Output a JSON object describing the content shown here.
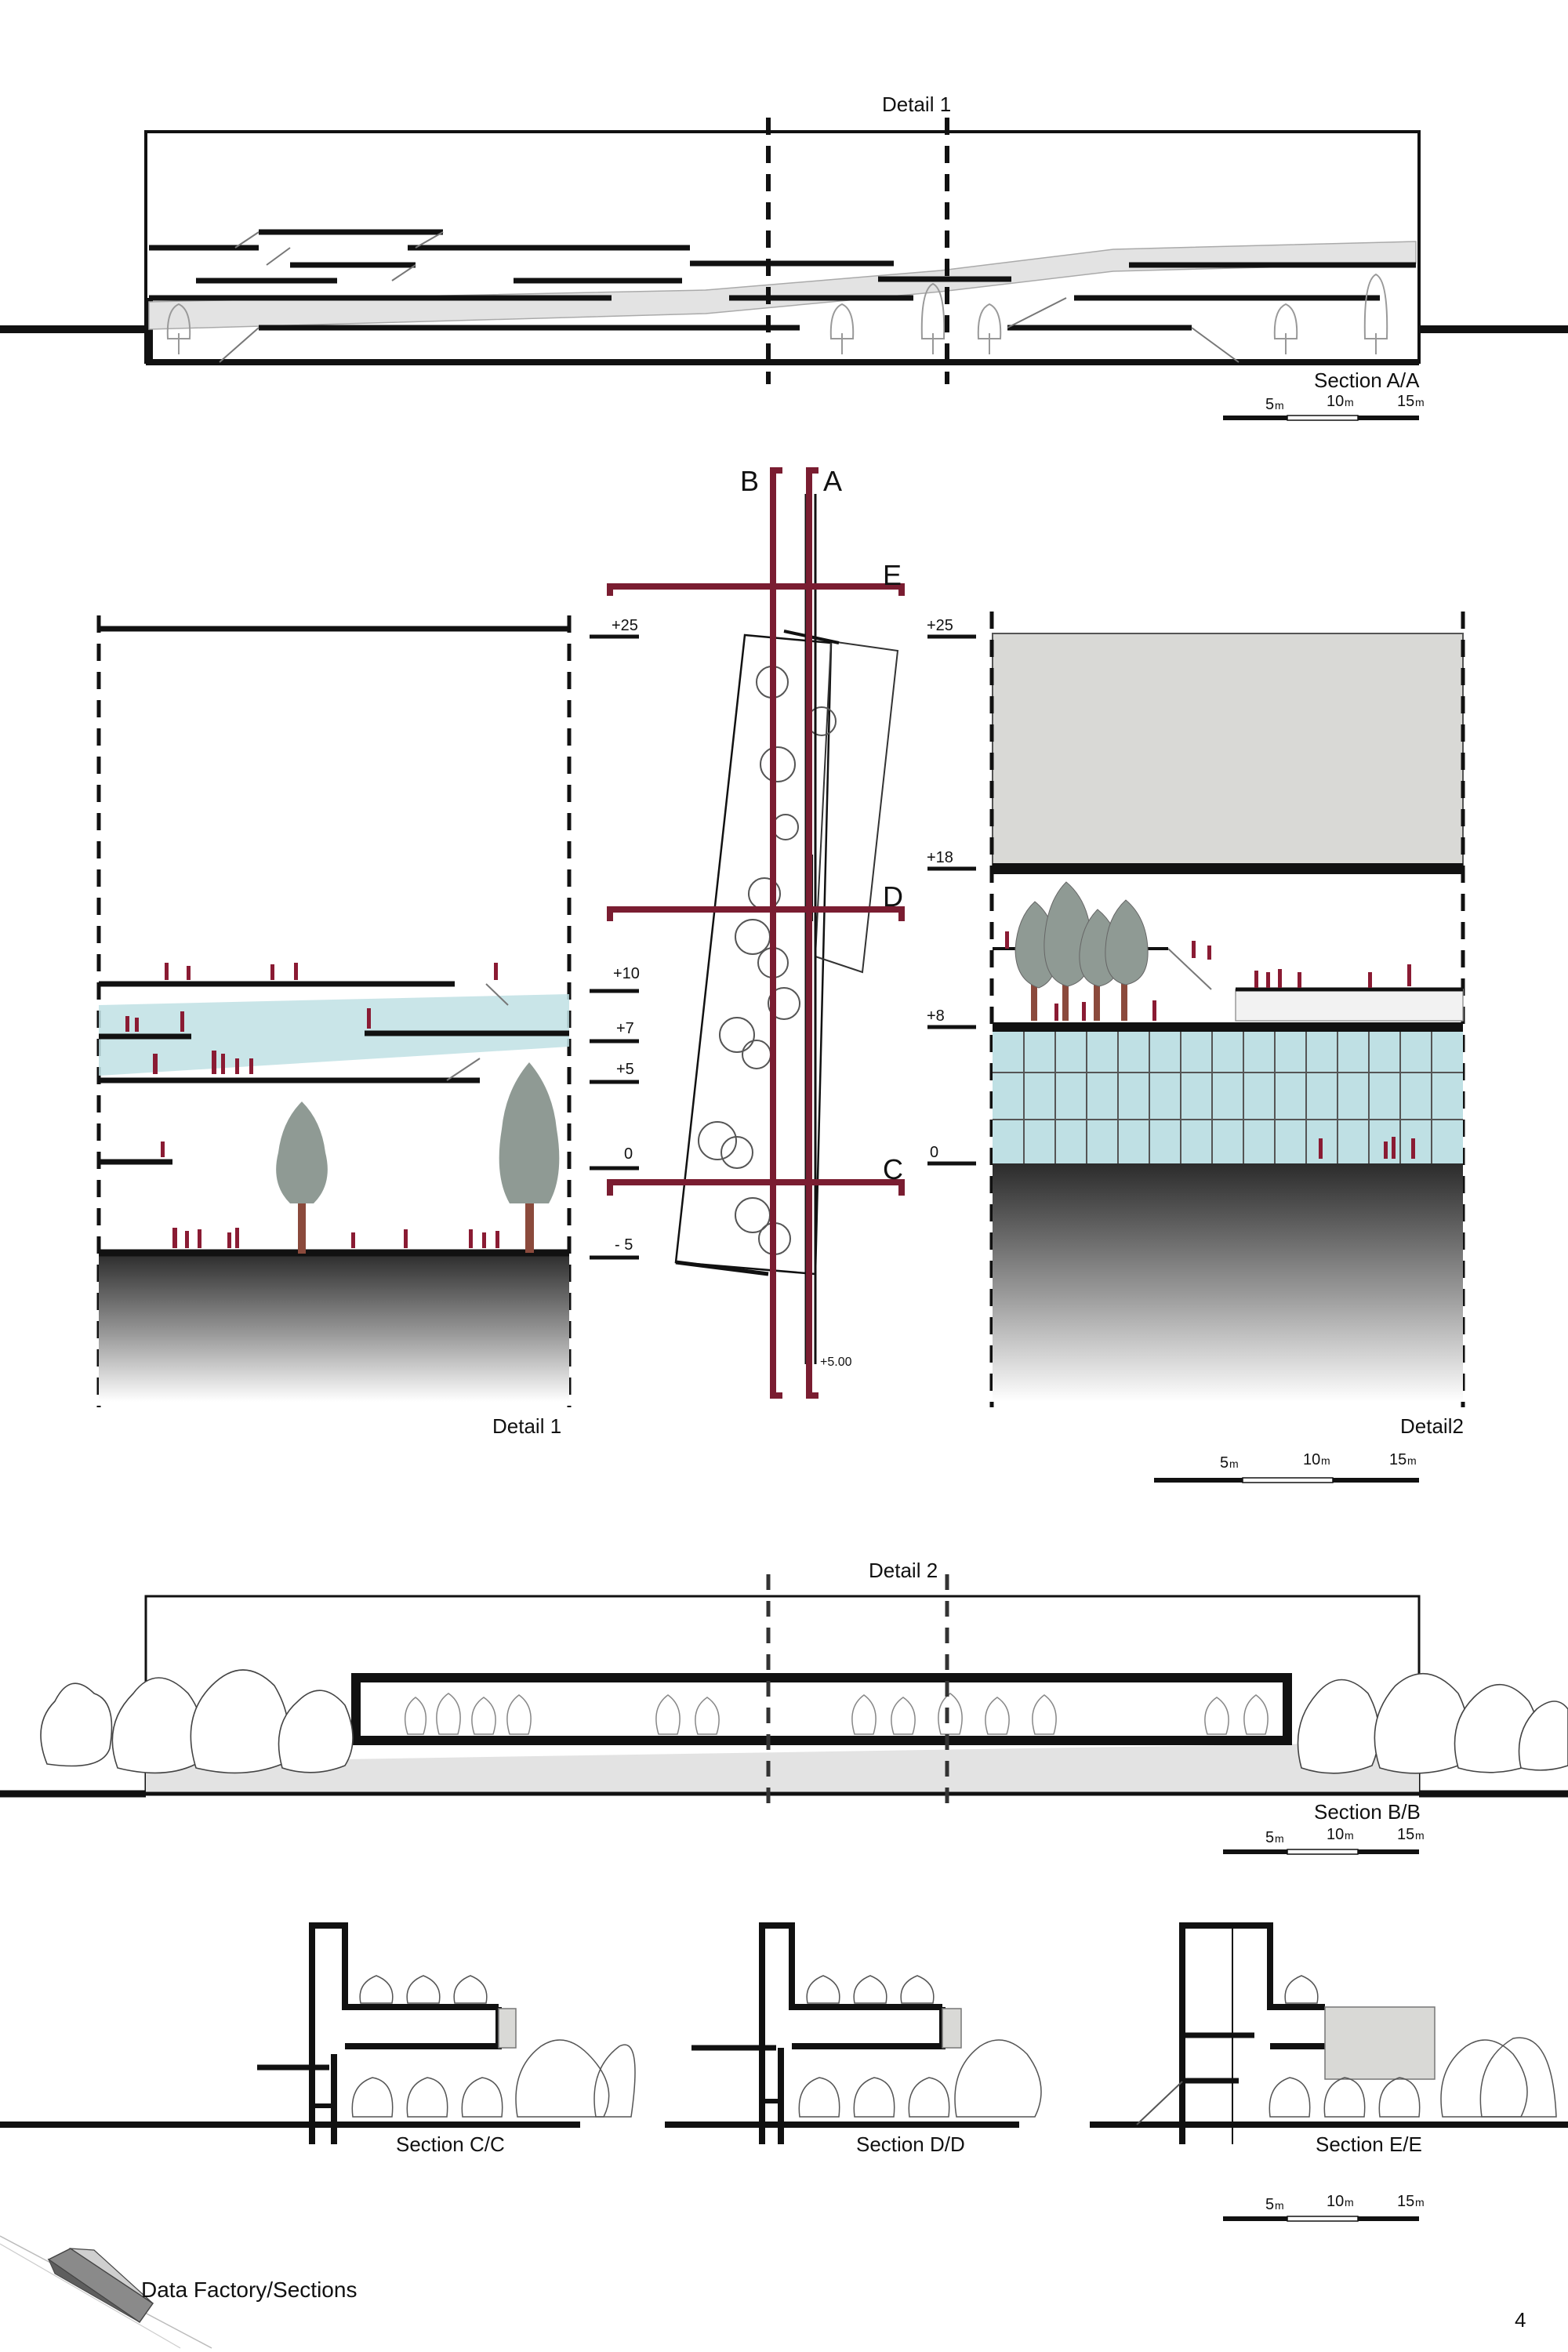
{
  "colors": {
    "ink": "#111111",
    "cut_line": "#7a1d31",
    "people": "#8a1b33",
    "tree_fill": "#8f9a94",
    "trunk": "#8b4a3c",
    "glass": "#bfe0e4",
    "concrete": "#d9d9d6",
    "ramp_grey": "#e3e3e3"
  },
  "section_aa": {
    "title": "Section A/A",
    "detail_tag": "Detail 1"
  },
  "plan": {
    "cut_labels": [
      "B",
      "A",
      "E",
      "D",
      "C"
    ],
    "elevation_note": "+5.00"
  },
  "detail1": {
    "title": "Detail 1",
    "levels": [
      "+25",
      "+10",
      "+7",
      "+5",
      "0",
      "- 5"
    ]
  },
  "detail2": {
    "title": "Detail2",
    "levels": [
      "+25",
      "+18",
      "+8",
      "0"
    ]
  },
  "section_bb": {
    "title": "Section B/B",
    "detail_tag": "Detail 2"
  },
  "small_sections": [
    "Section C/C",
    "Section D/D",
    "Section E/E"
  ],
  "scale_bar": {
    "values": [
      "5",
      "10",
      "15"
    ],
    "unit": "m"
  },
  "footer": {
    "title": "Data Factory/Sections",
    "page": "4"
  }
}
